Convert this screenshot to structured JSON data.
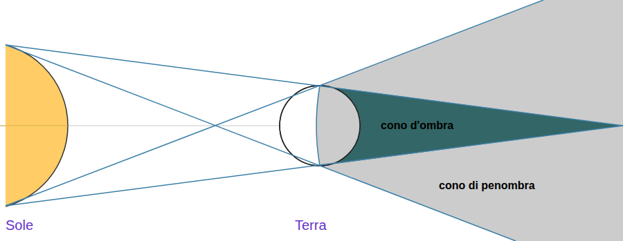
{
  "diagram": {
    "labels": [
      "cono d'ombra",
      "cono di penombra",
      "Sole",
      "Terra"
    ]
  }
}
